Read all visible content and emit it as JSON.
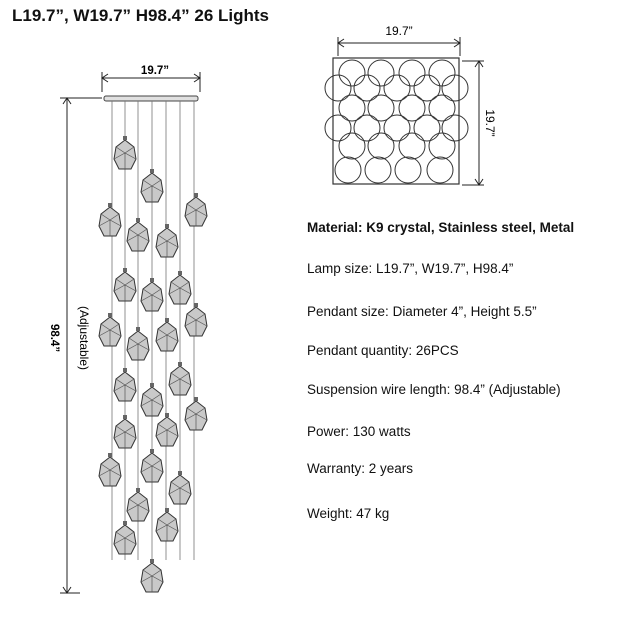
{
  "header": {
    "dimensions_title": "L19.7”, W19.7” H98.4”  26 Lights"
  },
  "side_view": {
    "width_label": "19.7”",
    "height_label": "98.4”",
    "adjustable_label": "(Adjustable)"
  },
  "top_view": {
    "width_label": "19.7”",
    "depth_label": "19.7”"
  },
  "specs": [
    {
      "label": "Material:",
      "value": "K9 crystal, Stainless steel, Metal"
    },
    {
      "label": "Lamp size:",
      "value": "L19.7”, W19.7”, H98.4”"
    },
    {
      "label": "Pendant size:",
      "value": "Diameter 4”, Height 5.5”"
    },
    {
      "label": "Pendant quantity:",
      "value": "26PCS"
    },
    {
      "label": "Suspension wire length:",
      "value": "98.4”  (Adjustable)"
    },
    {
      "label": "Power:",
      "value": "130 watts"
    },
    {
      "label": "Warranty:",
      "value": "2 years"
    },
    {
      "label": "Weight:",
      "value": "47 kg"
    }
  ]
}
